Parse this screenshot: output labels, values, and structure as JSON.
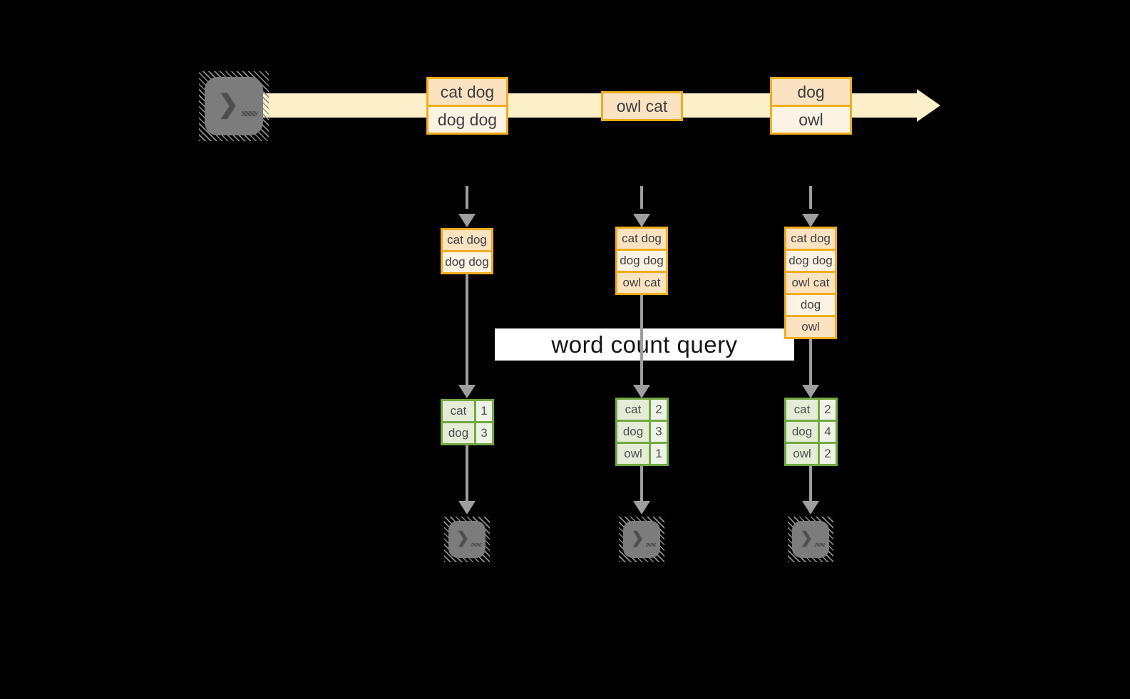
{
  "title": "word count query",
  "icons": {
    "terminal_prompt": "❯"
  },
  "stream": {
    "events": [
      {
        "lines": [
          "cat dog",
          "dog dog"
        ]
      },
      {
        "lines": [
          "owl cat"
        ]
      },
      {
        "lines": [
          "dog",
          "owl"
        ]
      }
    ]
  },
  "columns": [
    {
      "input": [
        "cat dog",
        "dog dog"
      ],
      "counts": [
        {
          "word": "cat",
          "count": "1"
        },
        {
          "word": "dog",
          "count": "3"
        }
      ]
    },
    {
      "input": [
        "cat dog",
        "dog dog",
        "owl cat"
      ],
      "counts": [
        {
          "word": "cat",
          "count": "2"
        },
        {
          "word": "dog",
          "count": "3"
        },
        {
          "word": "owl",
          "count": "1"
        }
      ]
    },
    {
      "input": [
        "cat dog",
        "dog dog",
        "owl cat",
        "dog",
        "owl"
      ],
      "counts": [
        {
          "word": "cat",
          "count": "2"
        },
        {
          "word": "dog",
          "count": "4"
        },
        {
          "word": "owl",
          "count": "2"
        }
      ]
    }
  ],
  "colors": {
    "background": "#000000",
    "stream_band": "#fbf0ca",
    "event_border": "#efac1d",
    "event_fill_dark": "#fbe3c2",
    "event_fill_light": "#fdf3e4",
    "table_border": "#73a841",
    "table_word_fill": "#e4ecd7",
    "table_count_fill": "#eef3e7",
    "arrow_gray": "#9e9e9e",
    "terminal_gray": "#7c7c7c",
    "query_band": "#ffffff",
    "text": "#3f3f3f"
  }
}
